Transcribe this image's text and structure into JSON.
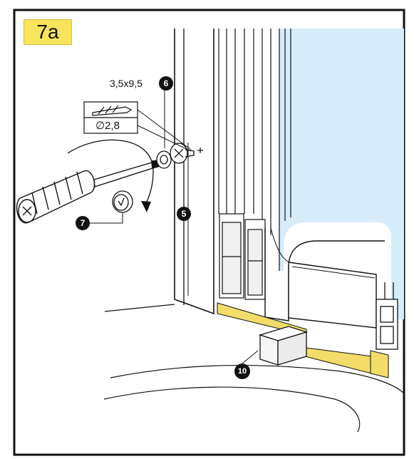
{
  "step": "7a",
  "screw_spec": "3,5x9,5",
  "drill_spec": "∅2,8",
  "callouts": [
    {
      "number": "6",
      "part": "screw"
    },
    {
      "number": "5",
      "part": "frame-profile"
    },
    {
      "number": "7",
      "part": "cover-cap"
    },
    {
      "number": "10",
      "part": "spacer-block"
    }
  ],
  "colors": {
    "frame_border": "#111111",
    "badge": "#f7e35c",
    "seal_strip": "#f2dc6a",
    "glass": "#d6ecfb",
    "callout": "#111111"
  }
}
